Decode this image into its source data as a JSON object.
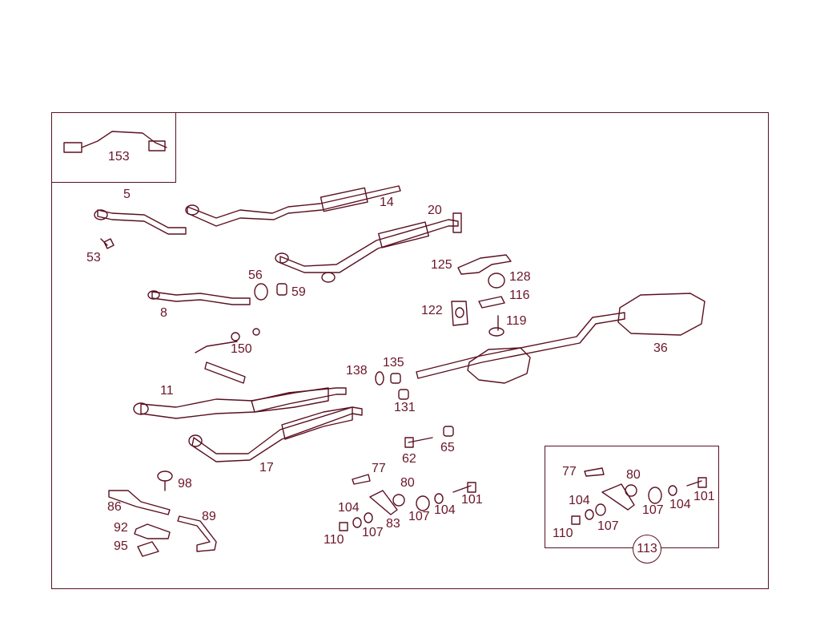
{
  "diagram": {
    "labels": {
      "p153": "153",
      "p5": "5",
      "p14": "14",
      "p20": "20",
      "p53": "53",
      "p56": "56",
      "p59": "59",
      "p8": "8",
      "p125": "125",
      "p128": "128",
      "p116": "116",
      "p122": "122",
      "p119": "119",
      "p150": "150",
      "p36": "36",
      "p138": "138",
      "p135": "135",
      "p131": "131",
      "p11": "11",
      "p17": "17",
      "p62": "62",
      "p65": "65",
      "p98": "98",
      "p86": "86",
      "p89": "89",
      "p92": "92",
      "p95": "95",
      "p77": "77",
      "p80": "80",
      "p104": "104",
      "p107a": "107",
      "p104b": "104",
      "p101": "101",
      "p83": "83",
      "p110": "110",
      "p107b": "107",
      "i77": "77",
      "i80": "80",
      "i104": "104",
      "i107a": "107",
      "i104b": "104",
      "i101": "101",
      "i110": "110",
      "i107b": "107",
      "i113": "113"
    },
    "colors": {
      "line": "#5a1020",
      "text": "#6b1528"
    }
  }
}
